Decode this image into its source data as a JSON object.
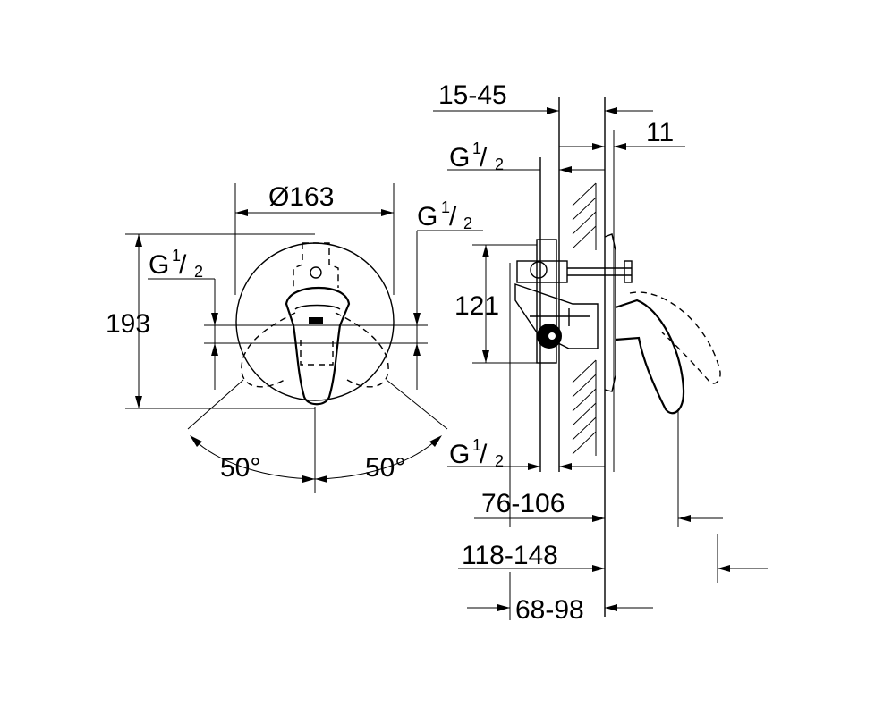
{
  "front_view": {
    "diameter_label": "Ø163",
    "height_label": "193",
    "port_left": {
      "g": "G",
      "num": "1",
      "den": "2"
    },
    "port_right": {
      "g": "G",
      "num": "1",
      "den": "2"
    },
    "angle_left": "50°",
    "angle_right": "50°"
  },
  "side_view": {
    "wall_range": "15-45",
    "plate_thickness": "11",
    "port_top": {
      "g": "G",
      "num": "1",
      "den": "2"
    },
    "port_bottom": {
      "g": "G",
      "num": "1",
      "den": "2"
    },
    "body_height": "121",
    "depth_a": "76-106",
    "depth_b": "118-148",
    "depth_c": "68-98"
  }
}
